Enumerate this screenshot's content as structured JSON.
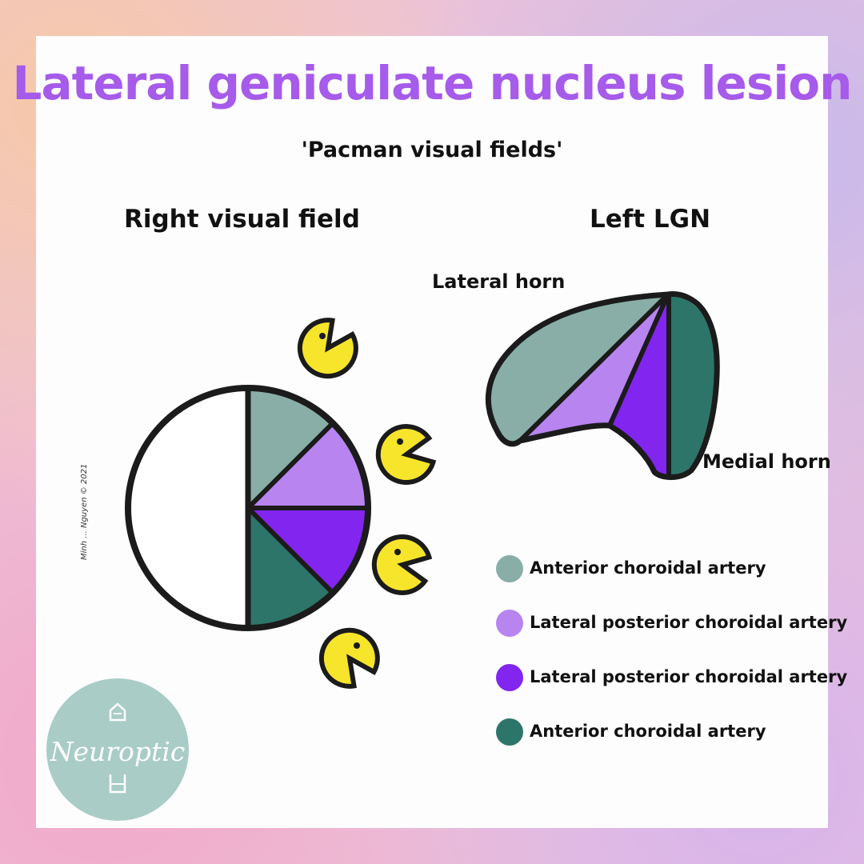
{
  "title": "Lateral geniculate nucleus lesion",
  "subtitle": "'Pacman visual fields'",
  "headings": {
    "right_visual_field": "Right visual field",
    "left_lgn": "Left LGN"
  },
  "lgn_labels": {
    "lateral_horn": "Lateral horn",
    "medial_horn": "Medial horn"
  },
  "colors": {
    "title": "#a65bea",
    "anterior_choroidal_light": "#89aea8",
    "lateral_posterior_light": "#b784f0",
    "lateral_posterior_dark": "#8225ef",
    "anterior_choroidal_dark": "#2d7568",
    "pacman": "#f6e52a",
    "logo": "#a9ccc6"
  },
  "legend": [
    {
      "label": "Anterior choroidal artery",
      "color": "#89aea8"
    },
    {
      "label": "Lateral posterior choroidal  artery",
      "color": "#b784f0"
    },
    {
      "label": "Lateral posterior choroidal artery",
      "color": "#8225ef"
    },
    {
      "label": "Anterior choroidal artery",
      "color": "#2d7568"
    }
  ],
  "logo": {
    "text": "Neuroptic"
  },
  "signature": "Minh ... Nguyen © 2021"
}
